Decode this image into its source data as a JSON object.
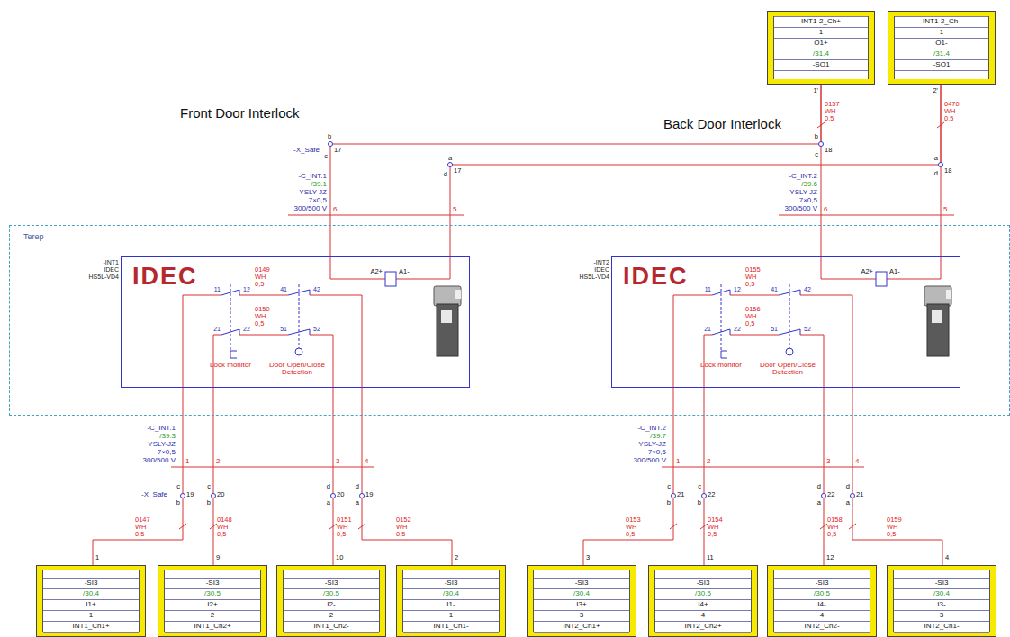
{
  "diagram": {
    "nodes": [
      {
        "text": [
          "INT1-2_Ch+",
          "1",
          "O1+",
          "/31.4",
          "-SO1"
        ]
      },
      {
        "text": [
          "INT1-2_Ch-",
          "1",
          "O1-",
          "/31.4",
          "-SO1"
        ]
      },
      {
        "text": [
          "Terep"
        ]
      },
      {
        "text": [
          "-INT1",
          "IDEC",
          "HS5L-VD4",
          "IDEC"
        ],
        "in": 2
      },
      {
        "text": [
          "-INT2",
          "IDEC",
          "HS5L-VD4",
          "IDEC"
        ],
        "in": 2
      },
      {
        "text": [
          "-SI3",
          "/30.4",
          "I1+",
          "1",
          "INT1_Ch1+"
        ]
      },
      {
        "text": [
          "-SI3",
          "/30.5",
          "I2+",
          "2",
          "INT1_Ch2+"
        ]
      },
      {
        "text": [
          "-SI3",
          "/30.5",
          "I2-",
          "2",
          "INT1_Ch2-"
        ]
      },
      {
        "text": [
          "-SI3",
          "/30.4",
          "I1-",
          "1",
          "INT1_Ch1-"
        ]
      },
      {
        "text": [
          "-SI3",
          "/30.4",
          "I3+",
          "3",
          "INT2_Ch1+"
        ]
      },
      {
        "text": [
          "-SI3",
          "/30.5",
          "I4+",
          "4",
          "INT2_Ch2+"
        ]
      },
      {
        "text": [
          "-SI3",
          "/30.5",
          "I4-",
          "4",
          "INT2_Ch2-"
        ]
      },
      {
        "text": [
          "-SI3",
          "/30.4",
          "I3-",
          "3",
          "INT2_Ch1-"
        ]
      }
    ],
    "edges": [
      {
        "from": 0,
        "to": 3,
        "arrow": "none"
      },
      {
        "from": 0,
        "to": 4,
        "arrow": "none"
      },
      {
        "from": 1,
        "to": 3,
        "arrow": "none"
      },
      {
        "from": 1,
        "to": 4,
        "arrow": "none"
      },
      {
        "from": 3,
        "to": 5,
        "arrow": "none"
      },
      {
        "from": 3,
        "to": 6,
        "arrow": "none"
      },
      {
        "from": 3,
        "to": 7,
        "arrow": "none"
      },
      {
        "from": 3,
        "to": 8,
        "arrow": "none"
      },
      {
        "from": 4,
        "to": 9,
        "arrow": "none"
      },
      {
        "from": 4,
        "to": 10,
        "arrow": "none"
      },
      {
        "from": 4,
        "to": 11,
        "arrow": "none"
      },
      {
        "from": 4,
        "to": 12,
        "arrow": "none"
      }
    ],
    "labels": [
      "Front Door Interlock",
      "-X_Safe",
      "b",
      "17",
      "c",
      "a",
      "17",
      "d",
      "-C_INT.1",
      "/39.1",
      "YSLY-JZ",
      "7×0,5",
      "300/500 V",
      "6",
      "5",
      "Back Door Interlock",
      "1'",
      "0157 WH 0,5",
      "b",
      "18",
      "c",
      "2'",
      "0470 WH 0,5",
      "a",
      "18",
      "d",
      "-C_INT.2",
      "/39.6",
      "YSLY-JZ",
      "7×0,5",
      "300/500 V",
      "6",
      "5",
      "A2+",
      "A1-",
      "0149 WH 0,5",
      "11",
      "12",
      "41",
      "42",
      "0150 WH 0,5",
      "21",
      "22",
      "51",
      "52",
      "Lock monitor",
      "Door Open/Close Detection",
      "-C_INT.1",
      "/39.3",
      "YSLY-JZ",
      "7×0,5",
      "300/500 V",
      "1",
      "2",
      "3",
      "4",
      "c",
      "19",
      "b",
      "c",
      "20",
      "b",
      "d",
      "20",
      "a",
      "d",
      "19",
      "a",
      "0147 WH 0,5",
      "0148 WH 0,5",
      "0151 WH 0,5",
      "0152 WH 0,5",
      "1",
      "9",
      "10",
      "2",
      "-X_Safe",
      "A2+",
      "A1-",
      "0155 WH 0,5",
      "11",
      "12",
      "41",
      "42",
      "0156 WH 0,5",
      "21",
      "22",
      "51",
      "52",
      "Lock monitor",
      "Door Open/Close Detection",
      "-C_INT.2",
      "/39.7",
      "YSLY-JZ",
      "7×0,5",
      "300/500 V",
      "1",
      "2",
      "3",
      "4",
      "c",
      "21",
      "b",
      "c",
      "22",
      "b",
      "d",
      "22",
      "a",
      "d",
      "21",
      "a",
      "0153 WH 0,5",
      "0154 WH 0,5",
      "0158 WH 0,5",
      "0159 WH 0,5",
      "3",
      "11",
      "12",
      "4"
    ]
  }
}
